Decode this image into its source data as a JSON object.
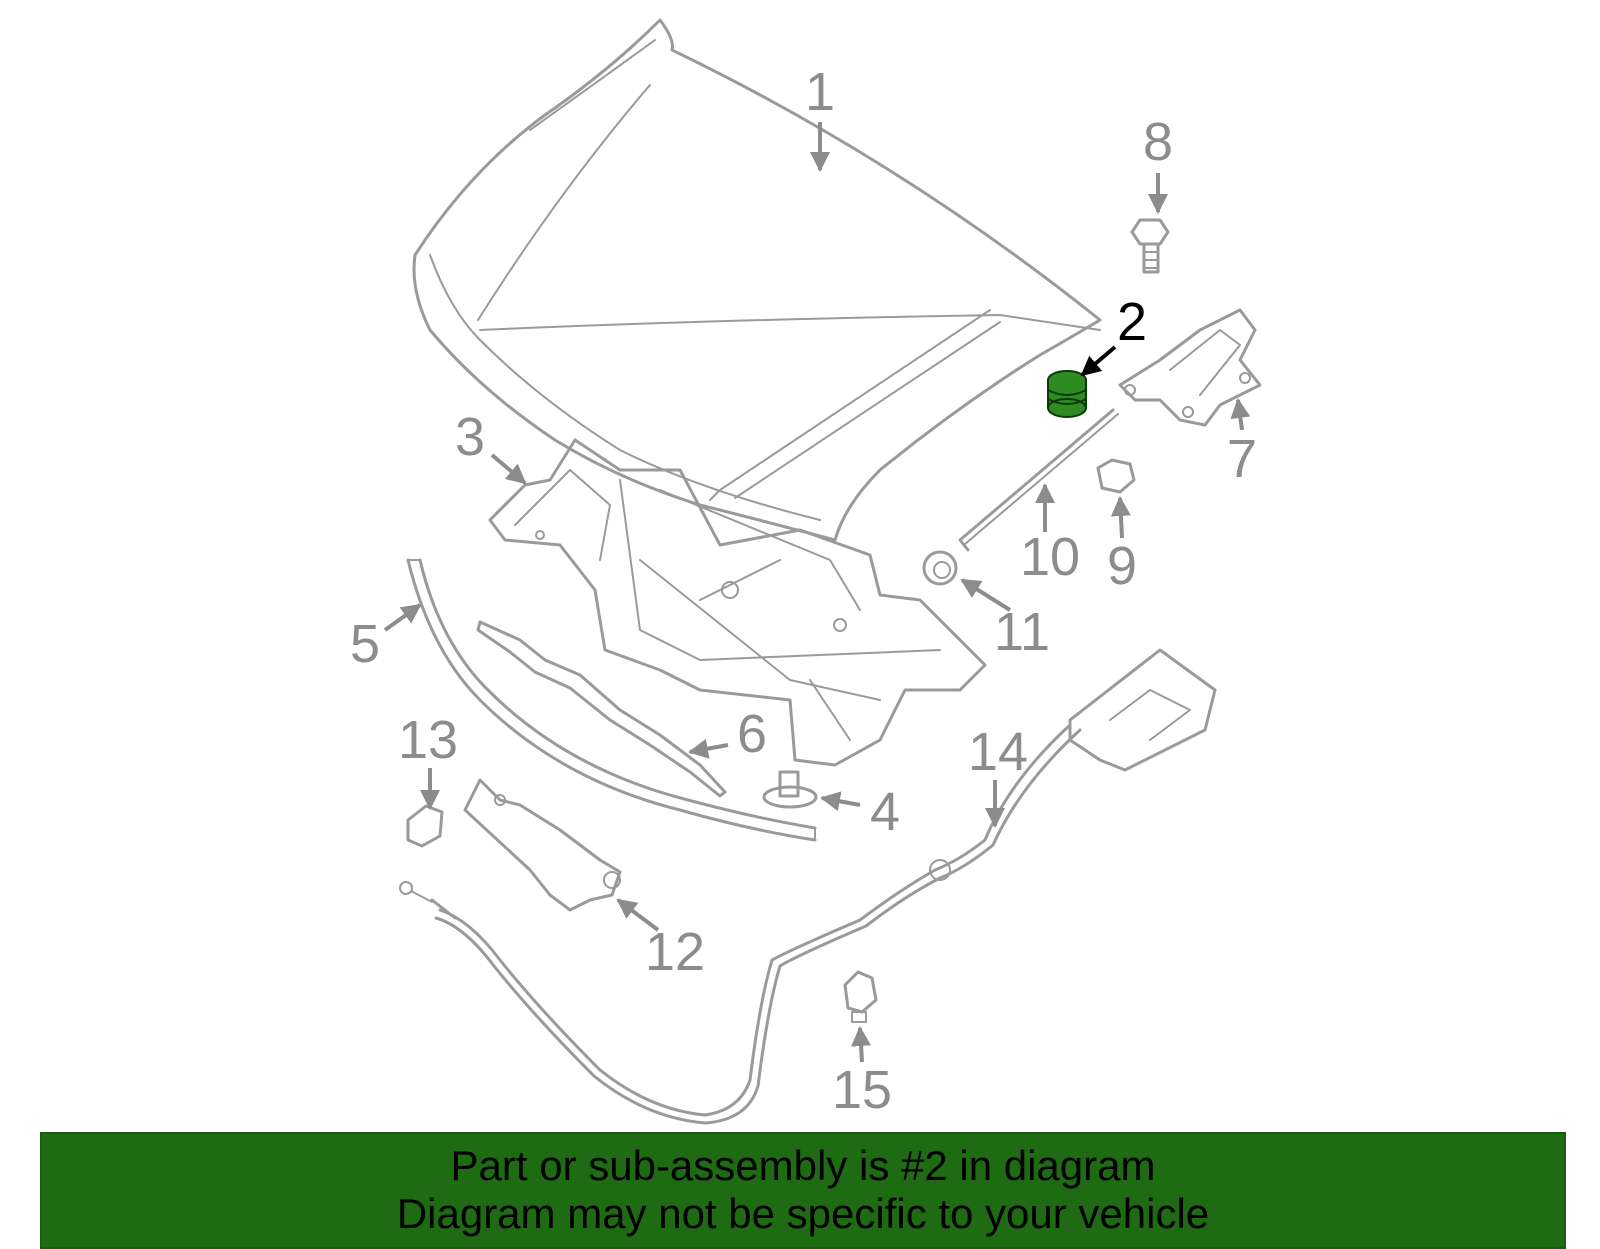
{
  "callouts": [
    "1",
    "2",
    "3",
    "4",
    "5",
    "6",
    "7",
    "8",
    "9",
    "10",
    "11",
    "12",
    "13",
    "14",
    "15"
  ],
  "highlight": {
    "callout": "2",
    "color": "#2e8b22"
  },
  "banner": {
    "line1": "Part or sub-assembly is #2 in diagram",
    "line2": "Diagram may not be specific to your vehicle",
    "background": "#1e6b14"
  }
}
